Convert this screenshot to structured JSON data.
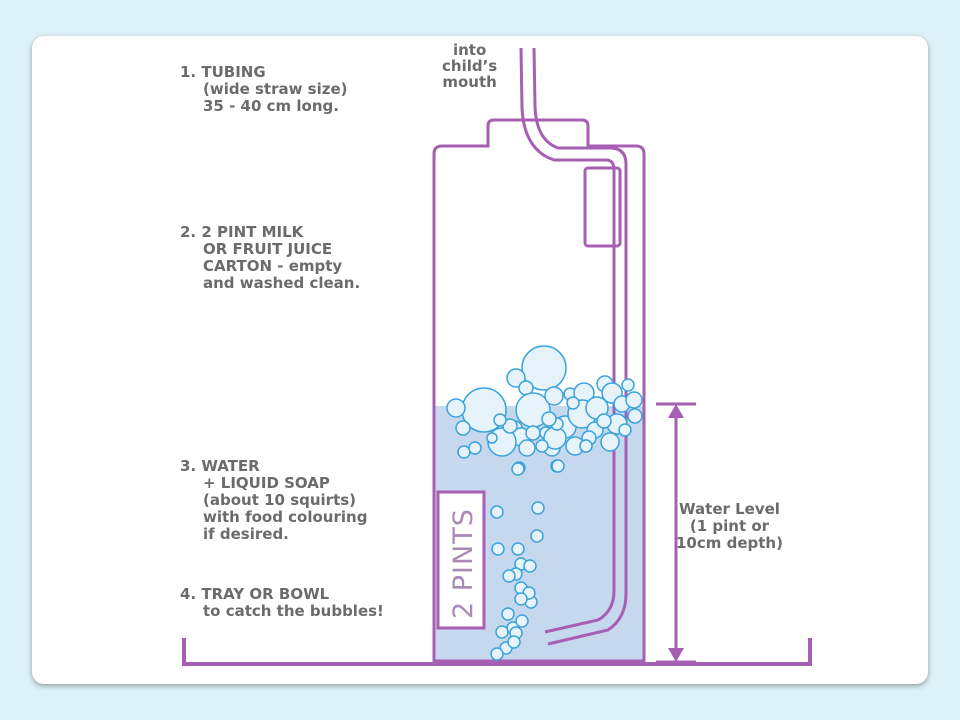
{
  "labels": {
    "tubing": [
      "1. TUBING",
      "(wide straw size)",
      "35 - 40 cm long."
    ],
    "carton": [
      "2. 2 PINT MILK",
      "OR FRUIT JUICE",
      "CARTON - empty",
      "and washed clean."
    ],
    "water": [
      "3. WATER",
      "+ LIQUID SOAP",
      "(about 10 squirts)",
      "with food colouring",
      "if desired."
    ],
    "tray": [
      "4. TRAY OR BOWL",
      "to catch the bubbles!"
    ]
  },
  "mouth_note": [
    "into",
    "child’s",
    "mouth"
  ],
  "water_level_note": [
    "Water Level",
    "(1 pint or",
    "10cm depth)"
  ],
  "carton_marking": "2 PINTS",
  "colors": {
    "outline": "#a65fb3",
    "water": "#c5d8ee",
    "bubble_fill": "#e6f3fb",
    "bubble_stroke": "#3aa3dc",
    "text": "#6b6b6b"
  }
}
